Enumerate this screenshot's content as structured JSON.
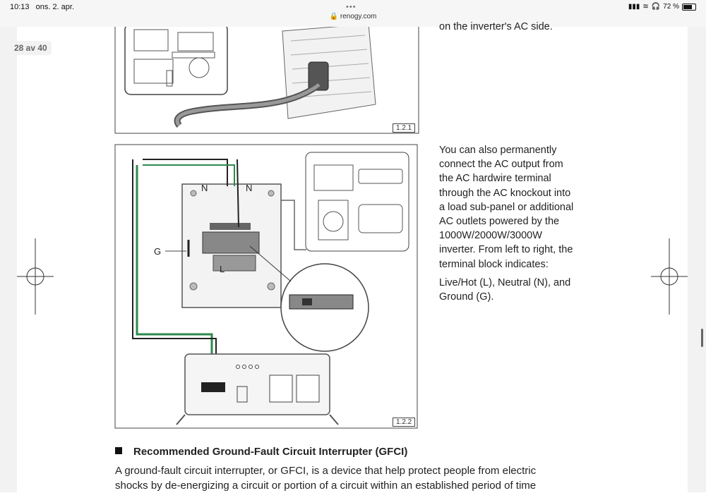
{
  "status": {
    "time": "10:13",
    "date": "ons. 2. apr.",
    "battery": "72 %",
    "battery_level": 0.72,
    "url": "renogy.com",
    "dots": "•••"
  },
  "viewer": {
    "page_counter": "28 av 40"
  },
  "top_snippet": "on the inverter's AC side.",
  "paragraph": [
    "You can also permanently",
    "connect the AC output from",
    "the AC hardwire terminal",
    "through the AC knockout into",
    "a load sub-panel or additional",
    "AC outlets powered by the",
    "1000W/2000W/3000W",
    "inverter. From left to right, the",
    "terminal block indicates:"
  ],
  "paragraph2": [
    "Live/Hot (L), Neutral (N), and",
    "Ground (G)."
  ],
  "figures": {
    "fig1_caption": "1.2.1",
    "fig2_caption": "1.2.2"
  },
  "diagram_labels": {
    "n_left": "N",
    "n_right": "N",
    "g": "G",
    "l": "L"
  },
  "section": {
    "heading": "Recommended Ground-Fault Circuit Interrupter (GFCI)",
    "body_line1": "A ground-fault circuit interrupter, or GFCI, is a device that help protect people from electric",
    "body_line2": "shocks by de-energizing a circuit or portion of a circuit within an established period of time"
  }
}
